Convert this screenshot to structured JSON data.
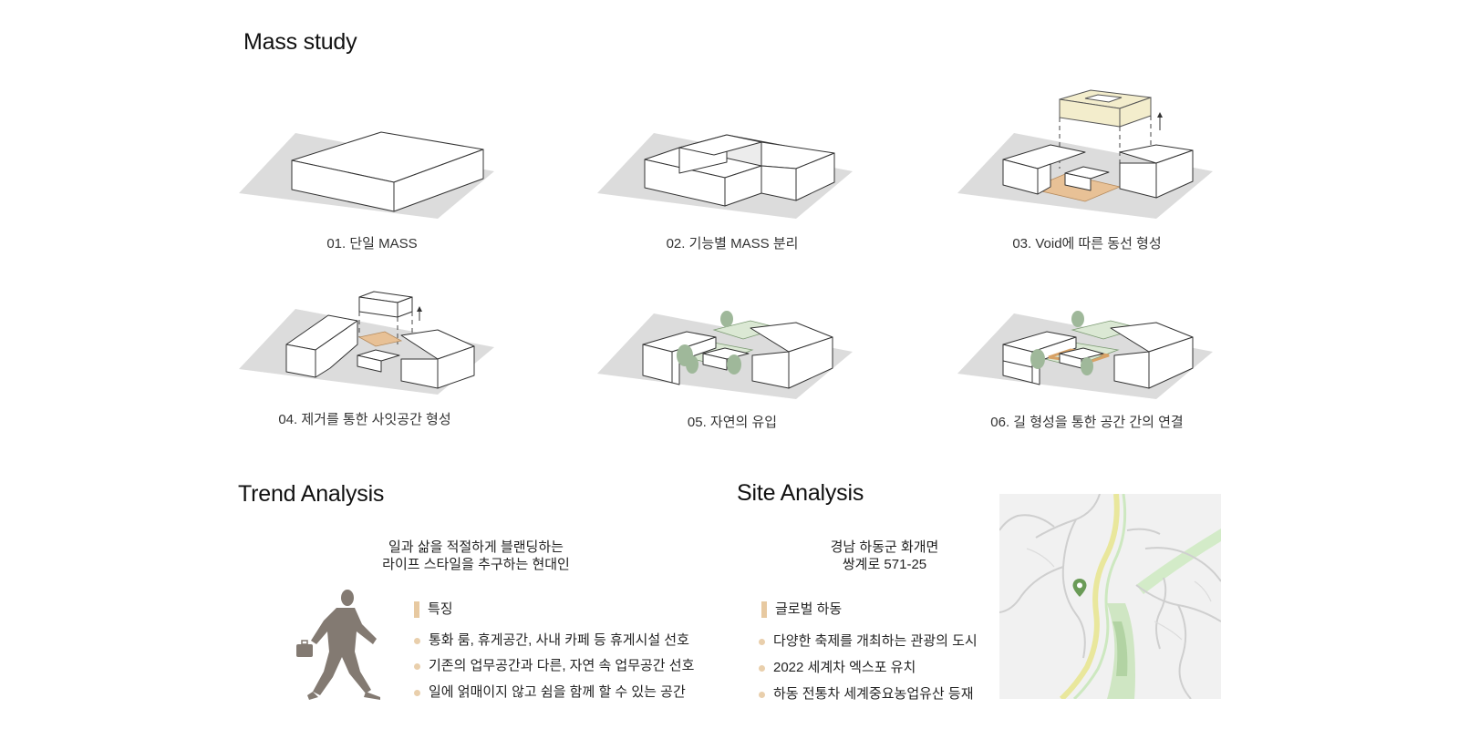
{
  "mass_study": {
    "title": "Mass study",
    "items": [
      {
        "caption": "01. 단일 MASS"
      },
      {
        "caption": "02. 기능별 MASS 분리"
      },
      {
        "caption": "03. Void에 따른 동선 형성"
      },
      {
        "caption": "04. 제거를 통한 사잇공간 형성"
      },
      {
        "caption": "05. 자연의 유입"
      },
      {
        "caption": "06. 길 형성을 통한 공간 간의 연결"
      }
    ]
  },
  "trend": {
    "title": "Trend Analysis",
    "slogan_line1": "일과 삶을 적절하게 블랜딩하는",
    "slogan_line2": "라이프 스타일을 추구하는 현대인",
    "section_label": "특징",
    "bullets": [
      "통화 룸, 휴게공간, 사내 카페 등 휴게시설 선호",
      "기존의 업무공간과 다른, 자연 속 업무공간 선호",
      "일에 얽매이지 않고 쉼을 함께 할 수 있는 공간"
    ],
    "figure_icon": "walking-businessman-icon"
  },
  "site": {
    "title": "Site Analysis",
    "address_line1": "경남 하동군 화개면",
    "address_line2": "쌍계로 571-25",
    "section_label": "글로벌 하동",
    "bullets": [
      "다양한 축제를 개최하는 관광의 도시",
      "2022 세계차 엑스포 유치",
      "하동 전통차 세계중요농업유산 등재"
    ],
    "map_marker_icon": "location-pin-icon"
  },
  "colors": {
    "accent_bar": "#e7c9a1",
    "bullet_dot": "#e9cfac",
    "figure": "#837a72",
    "green": "#9fb89a",
    "orange": "#e8c196",
    "yellow": "#f3edcc"
  }
}
